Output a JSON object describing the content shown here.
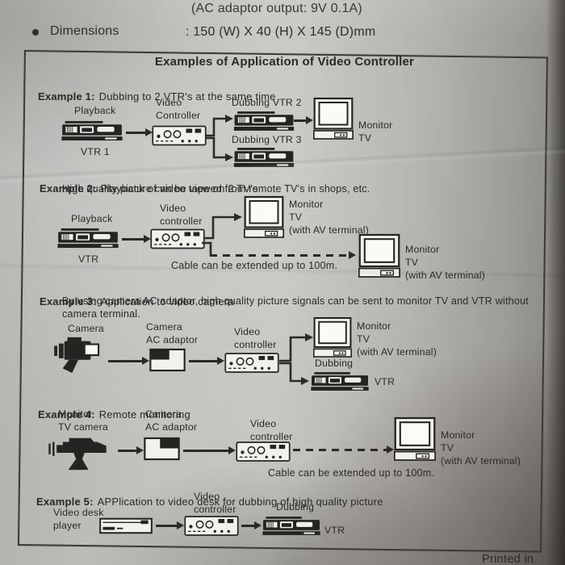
{
  "top": {
    "ac_output": "(AC adaptor output: 9V 0.1A)",
    "dimensions_label": "Dimensions",
    "dimensions_value": ": 150 (W) X 40 (H) X 145 (D)mm"
  },
  "panel_title": "Examples of Application of Video Controller",
  "ex1": {
    "label": "Example 1:",
    "desc": "Dubbing to 2 VTR's at the same time",
    "playback": "Playback",
    "vtr1": "VTR 1",
    "controller": "Video\nController",
    "dub2": "Dubbing VTR 2",
    "dub3": "Dubbing VTR 3",
    "monitor": "Monitor\nTV"
  },
  "ex2": {
    "label": "Example 2:",
    "desc": "Playback of video tape on 2 TV's",
    "desc2": "High quality picture can be viewed from remote TV's in shops, etc.",
    "playback": "Playback",
    "vtr": "VTR",
    "controller": "Video\ncontroller",
    "monitor1": "Monitor\nTV\n(with AV terminal)",
    "cable": "Cable can be extended up to 100m.",
    "monitor2": "Monitor\nTV\n(with AV terminal)"
  },
  "ex3": {
    "label": "Example 3:",
    "desc": "Application to video camera",
    "desc2": "By using camera AC adaptor, high quality picture signals can be sent to monitor TV and VTR without camera terminal.",
    "camera": "Camera",
    "adaptor": "Camera\nAC adaptor",
    "controller": "Video\ncontroller",
    "monitor": "Monitor\nTV\n(with AV terminal)",
    "dubbing": "Dubbing",
    "vtr": "VTR"
  },
  "ex4": {
    "label": "Example 4:",
    "desc": "Remote monitoring",
    "camera": "Monitor\nTV camera",
    "adaptor": "Camera\nAC adaptor",
    "controller": "Video\ncontroller",
    "monitor": "Monitor\nTV\n(with AV terminal)",
    "cable": "Cable can be extended up to 100m."
  },
  "ex5": {
    "label": "Example 5:",
    "desc": "APPlication to video desk for dubbing of high quality picture",
    "player": "Video desk\nplayer",
    "controller": "Video\ncontroller",
    "dubbing": "Dubbing",
    "vtr": "VTR"
  },
  "footer": {
    "printed": "Printed in Taiwan"
  },
  "colors": {
    "ink": "#2c2a28",
    "paper": "#c2c1be"
  }
}
